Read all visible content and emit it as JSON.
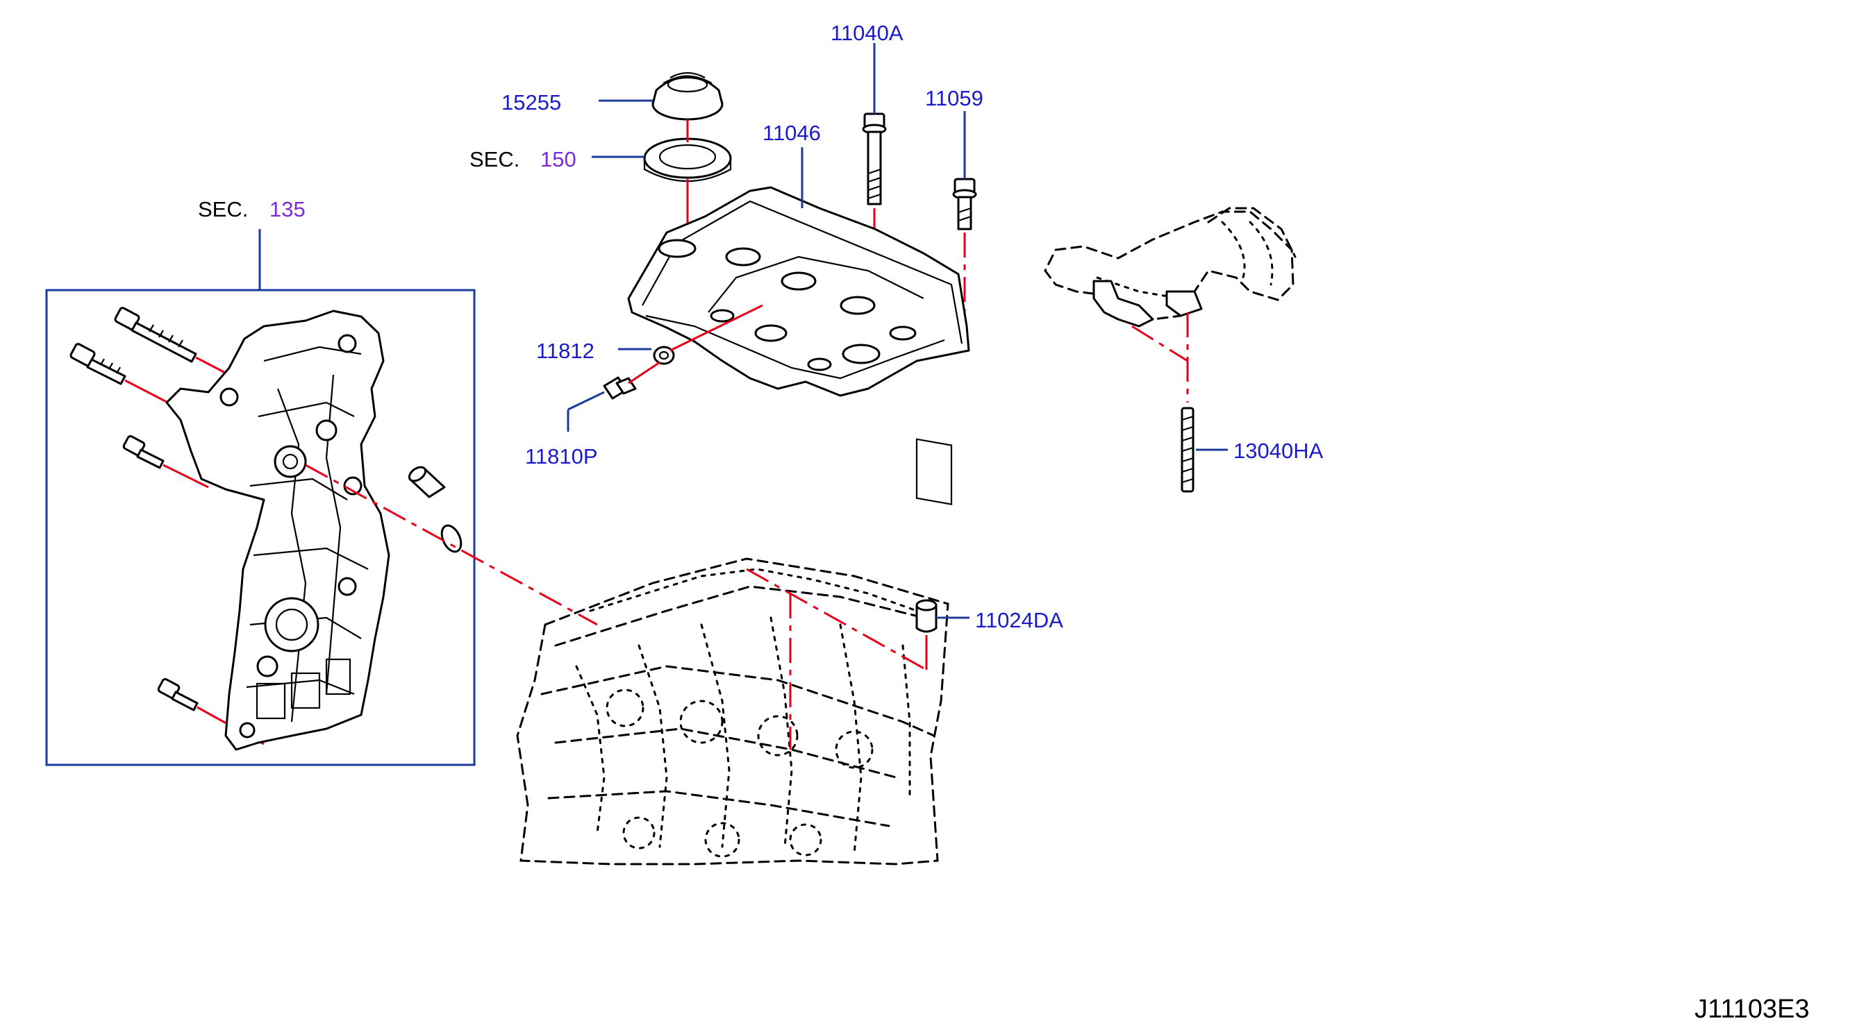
{
  "diagram": {
    "drawing_id": "J11103E3",
    "sections": [
      {
        "prefix": "SEC.",
        "number": "135"
      },
      {
        "prefix": "SEC.",
        "number": "150"
      }
    ],
    "parts": [
      {
        "number": "11040A"
      },
      {
        "number": "11059"
      },
      {
        "number": "15255"
      },
      {
        "number": "11046"
      },
      {
        "number": "11812"
      },
      {
        "number": "11810P"
      },
      {
        "number": "13040HA"
      },
      {
        "number": "11024DA"
      }
    ],
    "colors": {
      "part_label": "#1a1acc",
      "section_number": "#7a2ad6",
      "leader_line": "#1a3a9c",
      "alignment_line": "#e8001a",
      "line_art": "#000000",
      "background": "#ffffff"
    }
  }
}
